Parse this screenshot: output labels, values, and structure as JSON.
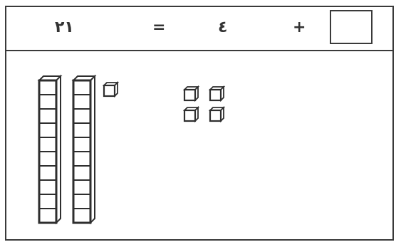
{
  "equation": {
    "left_operand": "٢١",
    "equals_sign": "=",
    "right_operand": "٤",
    "plus_sign": "+",
    "answer_value": ""
  },
  "base_ten_blocks": {
    "tens_rods": 2,
    "cubes_per_rod": 10,
    "loose_units_group_a": 1,
    "loose_units_group_b": 4
  }
}
